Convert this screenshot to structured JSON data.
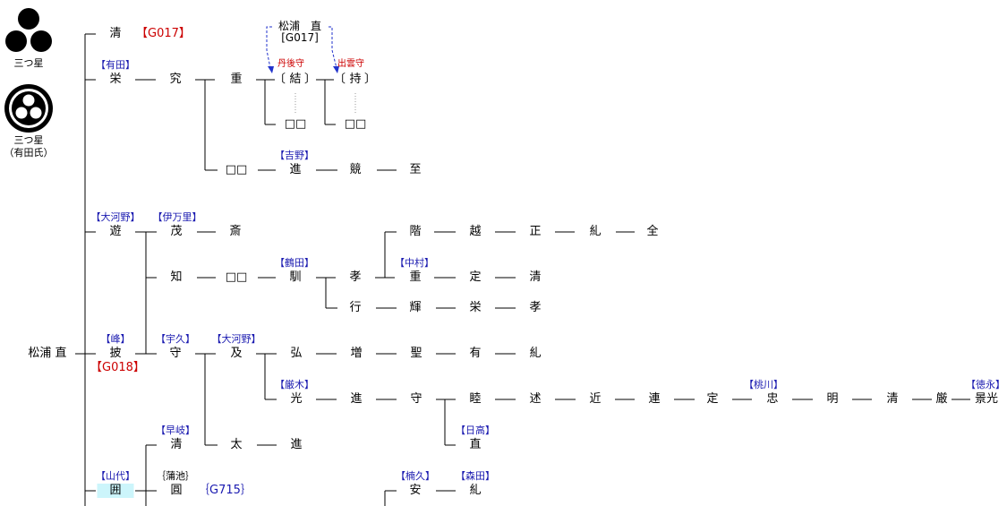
{
  "crests": {
    "mitsuboshi_caption": "三つ星",
    "mitsuboshi_arita_caption_1": "三つ星",
    "mitsuboshi_arita_caption_2": "（有田氏）"
  },
  "root": {
    "name": "松浦 直"
  },
  "reference": {
    "line1": "松浦　直",
    "line2": "[G017]",
    "tango": "丹後守",
    "izumo": "出雲守"
  },
  "tags": {
    "arita": "【有田】",
    "yoshino": "【吉野】",
    "okochino_1": "【大河野】",
    "imari": "【伊万里】",
    "tsuruta": "【鶴田】",
    "nakamura": "【中村】",
    "mine": "【峰】",
    "uku": "【宇久】",
    "okochino_2": "【大河野】",
    "gongi": "【厳木】",
    "momokawa": "【桃川】",
    "tokunaga": "【徳永】",
    "hidaka": "【日高】",
    "hayasaki": "【早岐】",
    "yamashiro": "【山代】",
    "kamachi": "｛蒲池｝",
    "kusu": "【楠久】",
    "morita": "【森田】"
  },
  "codes": {
    "kiyoshi": "【G017】",
    "hiraku": "【G018】",
    "madoka": "｛G715｝"
  },
  "names": {
    "kiyoshi_top": "清",
    "sakae": "栄",
    "kiwamu": "究",
    "shigeru": "重",
    "musubu": "結",
    "motsu": "持",
    "bracket_l": "〔",
    "bracket_r": "〕",
    "unk_1": "□□",
    "unk_2": "□□",
    "unk_3": "□□",
    "susumu_1": "進",
    "kisou": "競",
    "itaru": "至",
    "asobu": "遊",
    "shigeru_2": "茂",
    "hitoshi": "斎",
    "shiru": "知",
    "unk_4": "□□",
    "nareru": "馴",
    "takashi": "孝",
    "kaido": "階",
    "koshi": "越",
    "tadashi": "正",
    "tadasu_1": "糺",
    "zen": "全",
    "shigeru_3": "重",
    "sadamu_1": "定",
    "kiyoshi_2": "清",
    "yuku": "行",
    "kagayaku": "輝",
    "sakae_2": "栄",
    "takashi_2": "孝",
    "hiraku": "披",
    "mamoru": "守",
    "oyobu": "及",
    "hiromu": "弘",
    "masu": "増",
    "hijiri": "聖",
    "tamotsu": "有",
    "tadasu_2": "糺",
    "hikaru": "光",
    "susumu_2": "進",
    "mamoru_2": "守",
    "mutsumi": "睦",
    "noburu": "述",
    "chikashi": "近",
    "tsuranu": "連",
    "sadamu_2": "定",
    "tadashi_2": "忠",
    "akira": "明",
    "kiyoshi_3": "清",
    "itsuki": "厳",
    "keiko": "景光",
    "nao": "直",
    "futoshi": "太",
    "susumu_3": "進",
    "kiyoshi_4": "清",
    "kakoi": "囲",
    "madoka": "圓",
    "yasushi": "安",
    "tadasu_3": "糺"
  }
}
